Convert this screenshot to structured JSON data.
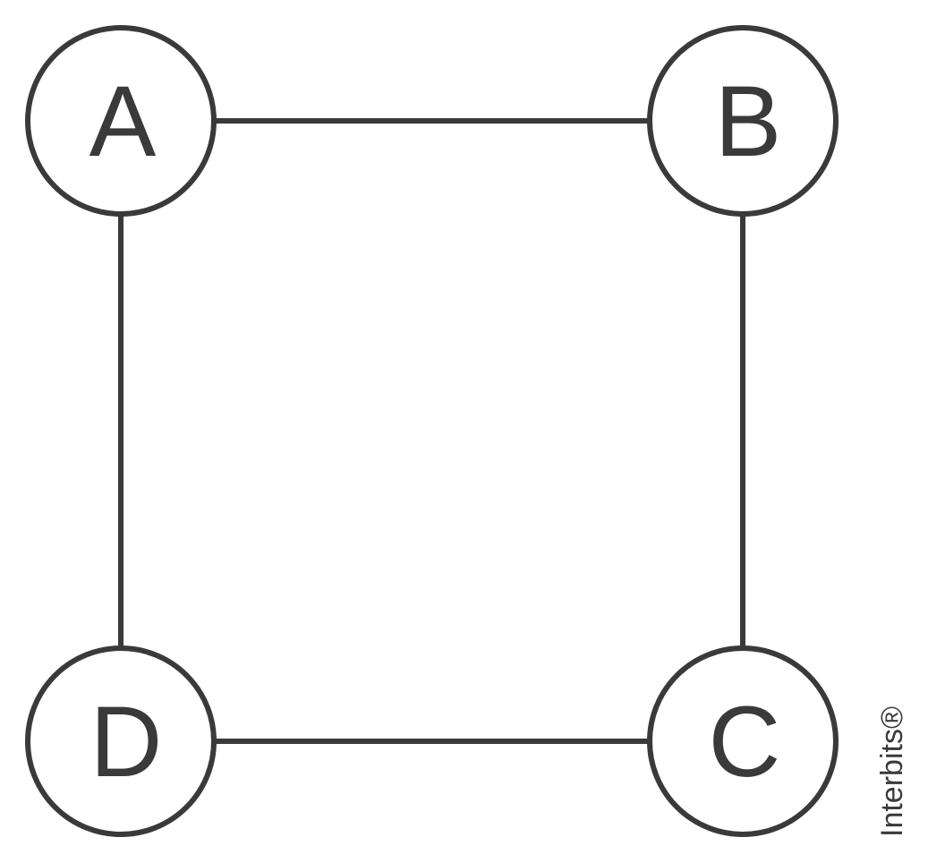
{
  "diagram": {
    "nodes": [
      {
        "id": "A",
        "label": "A"
      },
      {
        "id": "B",
        "label": "B"
      },
      {
        "id": "C",
        "label": "C"
      },
      {
        "id": "D",
        "label": "D"
      }
    ],
    "edges": [
      {
        "from": "A",
        "to": "B"
      },
      {
        "from": "B",
        "to": "C"
      },
      {
        "from": "C",
        "to": "D"
      },
      {
        "from": "D",
        "to": "A"
      }
    ],
    "stroke_color": "#3a3a3a",
    "background_color": "#ffffff"
  },
  "watermark": {
    "text": "Interbits®"
  }
}
